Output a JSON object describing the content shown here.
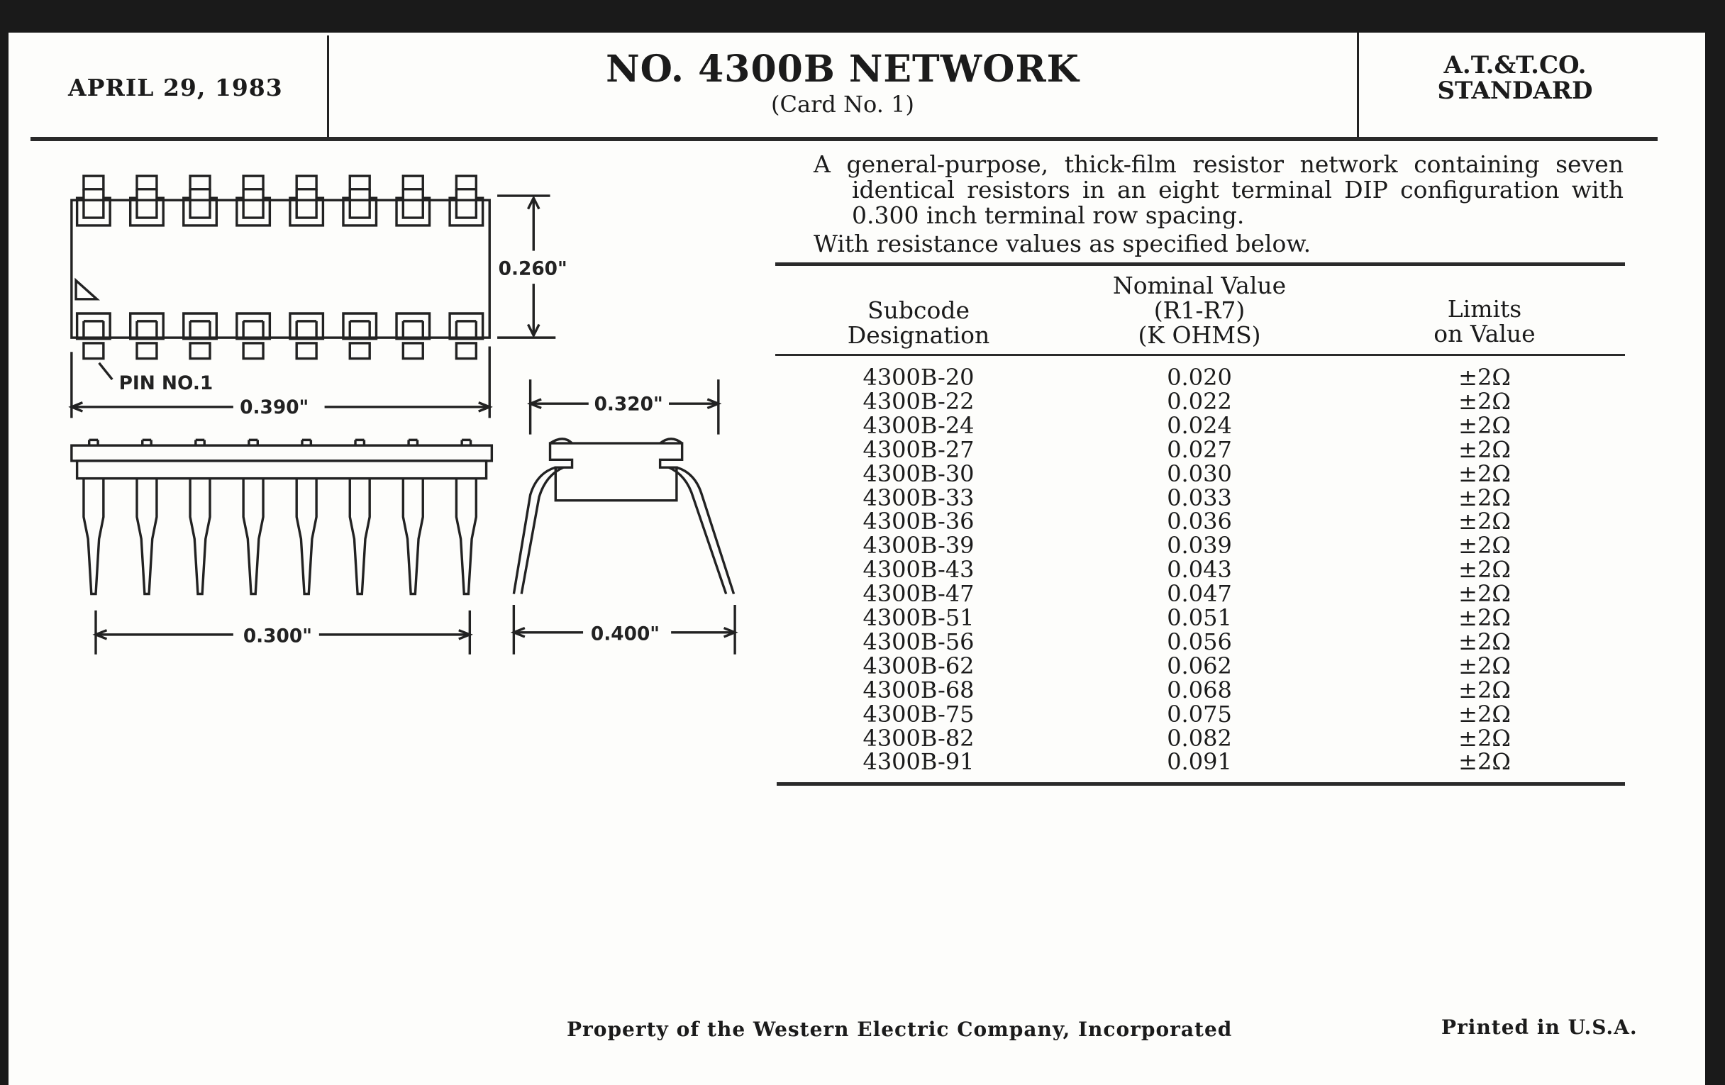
{
  "header": {
    "date": "APRIL 29, 1983",
    "title": "NO. 4300B NETWORK",
    "subtitle": "(Card No. 1)",
    "standard_line1": "A.T.&T.CO.",
    "standard_line2": "STANDARD"
  },
  "description": {
    "paragraph1": "A general-purpose, thick-film resistor network containing seven identical resistors in an eight terminal DIP configuration with 0.300 inch terminal row spacing.",
    "paragraph2": "With resistance values as specified below."
  },
  "drawing": {
    "pin_label": "PIN NO.1",
    "dim_height": "0.260\"",
    "dim_length": "0.390\"",
    "dim_pin_span": "0.300\"",
    "dim_body_width": "0.320\"",
    "dim_lead_width": "0.400\""
  },
  "table": {
    "headers": {
      "subcode_line1": "Subcode",
      "subcode_line2": "Designation",
      "nominal_line1": "Nominal Value",
      "nominal_line2": "(R1-R7)",
      "nominal_line3": "(K OHMS)",
      "limits_line1": "Limits",
      "limits_line2": "on Value"
    },
    "rows": [
      {
        "subcode": "4300B-20",
        "value": "0.020",
        "limit": "±2Ω"
      },
      {
        "subcode": "4300B-22",
        "value": "0.022",
        "limit": "±2Ω"
      },
      {
        "subcode": "4300B-24",
        "value": "0.024",
        "limit": "±2Ω"
      },
      {
        "subcode": "4300B-27",
        "value": "0.027",
        "limit": "±2Ω"
      },
      {
        "subcode": "4300B-30",
        "value": "0.030",
        "limit": "±2Ω"
      },
      {
        "subcode": "4300B-33",
        "value": "0.033",
        "limit": "±2Ω"
      },
      {
        "subcode": "4300B-36",
        "value": "0.036",
        "limit": "±2Ω"
      },
      {
        "subcode": "4300B-39",
        "value": "0.039",
        "limit": "±2Ω"
      },
      {
        "subcode": "4300B-43",
        "value": "0.043",
        "limit": "±2Ω"
      },
      {
        "subcode": "4300B-47",
        "value": "0.047",
        "limit": "±2Ω"
      },
      {
        "subcode": "4300B-51",
        "value": "0.051",
        "limit": "±2Ω"
      },
      {
        "subcode": "4300B-56",
        "value": "0.056",
        "limit": "±2Ω"
      },
      {
        "subcode": "4300B-62",
        "value": "0.062",
        "limit": "±2Ω"
      },
      {
        "subcode": "4300B-68",
        "value": "0.068",
        "limit": "±2Ω"
      },
      {
        "subcode": "4300B-75",
        "value": "0.075",
        "limit": "±2Ω"
      },
      {
        "subcode": "4300B-82",
        "value": "0.082",
        "limit": "±2Ω"
      },
      {
        "subcode": "4300B-91",
        "value": "0.091",
        "limit": "±2Ω"
      }
    ]
  },
  "footer": {
    "property": "Property of the Western Electric Company, Incorporated",
    "printed": "Printed in U.S.A."
  }
}
